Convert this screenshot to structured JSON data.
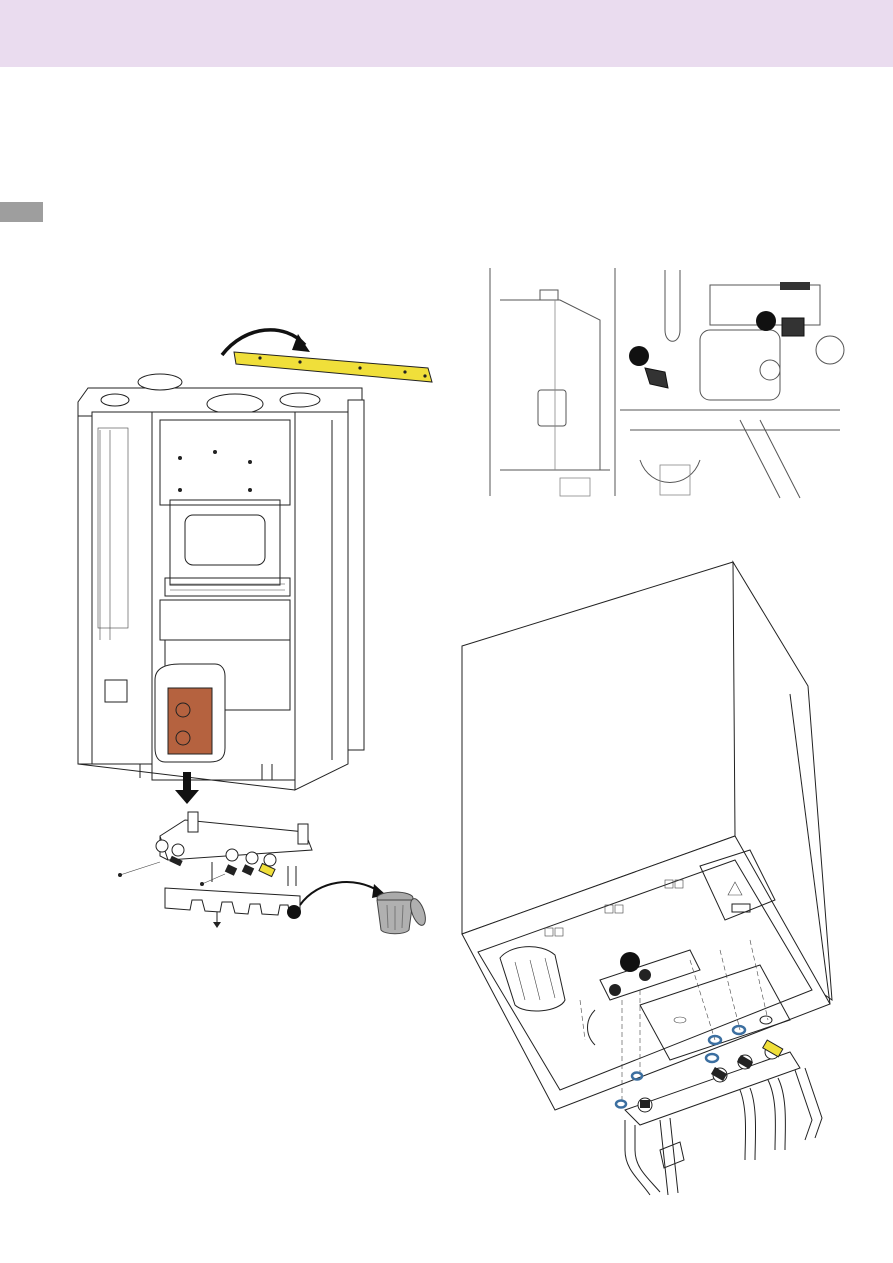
{
  "page": {
    "header_band_color": "#eadcef",
    "side_tab_color": "#9e9e9e",
    "accent_yellow": "#f0df3a",
    "accent_copper": "#b5623f",
    "washer_blue": "#3c6fa0",
    "marker_black": "#111111"
  },
  "figures": {
    "left": {
      "icons": [
        "wall-bracket",
        "arrow-rotate",
        "arrow-down",
        "screw",
        "trash-bin"
      ]
    },
    "top_right": {
      "icons": [
        "valve-marker",
        "valve-marker"
      ]
    },
    "bottom_right": {
      "icons": [
        "valve-marker",
        "blue-washer"
      ]
    }
  }
}
